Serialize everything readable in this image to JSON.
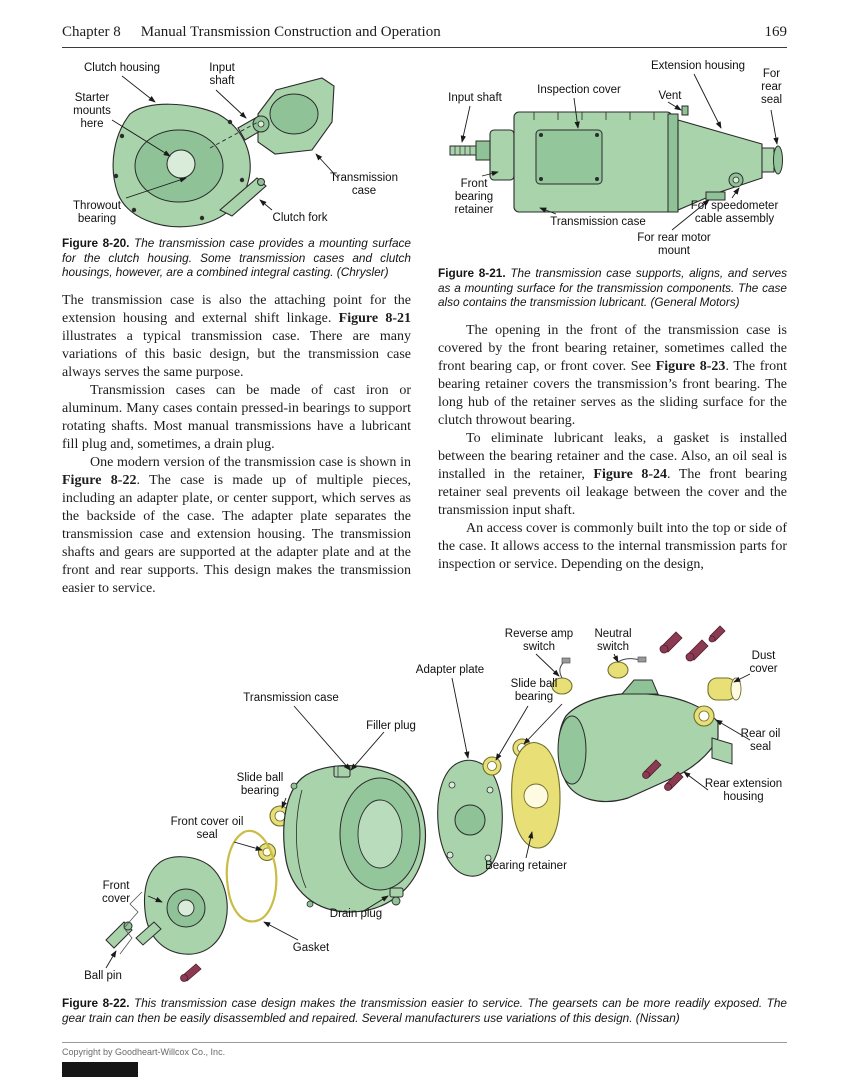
{
  "header": {
    "chapter": "Chapter 8",
    "title": "Manual Transmission Construction and Operation",
    "page_number": "169"
  },
  "fig820": {
    "labels": {
      "clutch_housing": "Clutch housing",
      "input_shaft": "Input shaft",
      "starter_mounts_here": "Starter mounts here",
      "throwout_bearing": "Throwout bearing",
      "clutch_fork": "Clutch fork",
      "transmission_case": "Transmission case"
    },
    "caption_tag": "Figure 8-20.",
    "caption": "The transmission case provides a mounting surface for the clutch housing. Some transmission cases and clutch housings, however, are a combined integral casting. (Chrysler)"
  },
  "fig821": {
    "labels": {
      "input_shaft": "Input shaft",
      "inspection_cover": "Inspection cover",
      "extension_housing": "Extension housing",
      "vent": "Vent",
      "for_rear_seal": "For rear seal",
      "front_bearing_retainer": "Front bearing retainer",
      "transmission_case": "Transmission case",
      "for_speedometer": "For speedometer cable assembly",
      "for_rear_motor_mount": "For rear motor mount"
    },
    "caption_tag": "Figure 8-21.",
    "caption": "The transmission case supports, aligns, and serves as a mounting surface for the transmission components. The case also contains the transmission lubricant. (General Motors)"
  },
  "left_col": {
    "p1": [
      "The transmission case is also the attaching point for the extension housing and external shift linkage. ",
      "Figure 8-21",
      " illustrates a typical transmission case. There are many variations of this basic design, but the transmission case always serves the same purpose."
    ],
    "p2": "Transmission cases can be made of cast iron or aluminum. Many cases contain pressed-in bearings to support rotating shafts. Most manual transmissions have a lubricant fill plug and, sometimes, a drain plug.",
    "p3": [
      "One modern version of the transmission case is shown in ",
      "Figure 8-22",
      ". The case is made up of multiple pieces, including an adapter plate, or center support, which serves as the backside of the case. The adapter plate separates the transmission case and extension housing. The transmission shafts and gears are supported at the adapter plate and at the front and rear supports. This design makes the transmission easier to service."
    ]
  },
  "right_col": {
    "p1": [
      "The opening in the front of the transmission case is covered by the front bearing retainer, sometimes called the front bearing cap, or front cover. See ",
      "Figure 8-23",
      ". The front bearing retainer covers the transmission’s front bearing. The long hub of the retainer serves as the sliding surface for the clutch throwout bearing."
    ],
    "p2": [
      "To eliminate lubricant leaks, a gasket is installed between the bearing retainer and the case. Also, an oil seal is installed in the retainer, ",
      "Figure 8-24",
      ". The front bearing retainer seal prevents oil leakage between the cover and the transmission input shaft."
    ],
    "p3": "An access cover is commonly built into the top or side of the case. It allows access to the internal transmission parts for inspection or service. Depending on the design,"
  },
  "fig822": {
    "labels": {
      "reverse_amp_switch": "Reverse amp switch",
      "neutral_switch": "Neutral switch",
      "dust_cover": "Dust cover",
      "adapter_plate": "Adapter plate",
      "slide_ball_bearing_upper": "Slide ball bearing",
      "transmission_case": "Transmission case",
      "filler_plug": "Filler plug",
      "rear_oil_seal": "Rear oil seal",
      "slide_ball_bearing_left": "Slide ball bearing",
      "rear_extension_housing": "Rear extension housing",
      "front_cover_oil_seal": "Front cover oil seal",
      "bearing_retainer": "Bearing retainer",
      "front_cover": "Front cover",
      "drain_plug": "Drain plug",
      "gasket": "Gasket",
      "ball_pin": "Ball pin"
    },
    "caption_tag": "Figure 8-22.",
    "caption": "This transmission case design makes the transmission easier to service. The gearsets can be more readily exposed. The gear train can then be easily disassembled and repaired. Several manufacturers use variations of this design. (Nissan)"
  },
  "footer": {
    "copyright": "Copyright by Goodheart-Willcox Co., Inc."
  },
  "colors": {
    "diagram_green": "#a9d3ab",
    "diagram_green_dark": "#8fc296",
    "diagram_yellow": "#e8df76",
    "bolt_maroon": "#8c3a52"
  }
}
